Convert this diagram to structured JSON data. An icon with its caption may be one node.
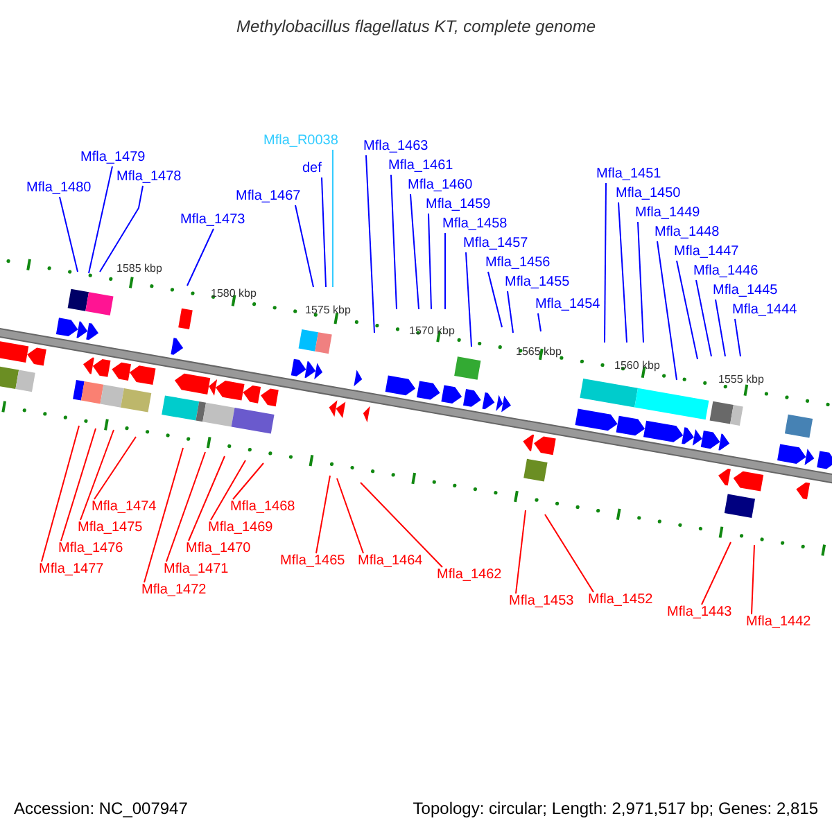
{
  "diagram": {
    "title": "Methylobacillus flagellatus KT, complete genome",
    "nodes": [
      {
        "text": [
          "Mfla_1480"
        ]
      },
      {
        "text": [
          "Mfla_1479"
        ]
      },
      {
        "text": [
          "Mfla_1478"
        ]
      },
      {
        "text": [
          "Mfla_1473"
        ]
      },
      {
        "text": [
          "Mfla_R0038"
        ]
      },
      {
        "text": [
          "def"
        ]
      },
      {
        "text": [
          "Mfla_1467"
        ]
      },
      {
        "text": [
          "Mfla_1463"
        ]
      },
      {
        "text": [
          "Mfla_1461"
        ]
      },
      {
        "text": [
          "Mfla_1460"
        ]
      },
      {
        "text": [
          "Mfla_1459"
        ]
      },
      {
        "text": [
          "Mfla_1458"
        ]
      },
      {
        "text": [
          "Mfla_1457"
        ]
      },
      {
        "text": [
          "Mfla_1456"
        ]
      },
      {
        "text": [
          "Mfla_1455"
        ]
      },
      {
        "text": [
          "Mfla_1454"
        ]
      },
      {
        "text": [
          "Mfla_1451"
        ]
      },
      {
        "text": [
          "Mfla_1450"
        ]
      },
      {
        "text": [
          "Mfla_1449"
        ]
      },
      {
        "text": [
          "Mfla_1448"
        ]
      },
      {
        "text": [
          "Mfla_1447"
        ]
      },
      {
        "text": [
          "Mfla_1446"
        ]
      },
      {
        "text": [
          "Mfla_1445"
        ]
      },
      {
        "text": [
          "Mfla_1444"
        ]
      },
      {
        "text": [
          "Mfla_1474"
        ]
      },
      {
        "text": [
          "Mfla_1475"
        ]
      },
      {
        "text": [
          "Mfla_1476"
        ]
      },
      {
        "text": [
          "Mfla_1477"
        ]
      },
      {
        "text": [
          "Mfla_1468"
        ]
      },
      {
        "text": [
          "Mfla_1469"
        ]
      },
      {
        "text": [
          "Mfla_1470"
        ]
      },
      {
        "text": [
          "Mfla_1471"
        ]
      },
      {
        "text": [
          "Mfla_1472"
        ]
      },
      {
        "text": [
          "Mfla_1465"
        ]
      },
      {
        "text": [
          "Mfla_1464"
        ]
      },
      {
        "text": [
          "Mfla_1462"
        ]
      },
      {
        "text": [
          "Mfla_1453"
        ]
      },
      {
        "text": [
          "Mfla_1452"
        ]
      },
      {
        "text": [
          "Mfla_1443"
        ]
      },
      {
        "text": [
          "Mfla_1442"
        ]
      }
    ],
    "edges": [
      {
        "from": 0,
        "to": null,
        "arrow": "none"
      },
      {
        "from": 1,
        "to": null,
        "arrow": "none"
      },
      {
        "from": 2,
        "to": null,
        "arrow": "none"
      },
      {
        "from": 3,
        "to": null,
        "arrow": "none"
      },
      {
        "from": 4,
        "to": null,
        "arrow": "none",
        "color": "#33ccff"
      },
      {
        "from": 5,
        "to": null,
        "arrow": "none"
      },
      {
        "from": 6,
        "to": null,
        "arrow": "none"
      },
      {
        "from": 7,
        "to": null,
        "arrow": "none"
      },
      {
        "from": 8,
        "to": null,
        "arrow": "none"
      },
      {
        "from": 9,
        "to": null,
        "arrow": "none"
      },
      {
        "from": 10,
        "to": null,
        "arrow": "none"
      },
      {
        "from": 11,
        "to": null,
        "arrow": "none"
      },
      {
        "from": 12,
        "to": null,
        "arrow": "none"
      },
      {
        "from": 13,
        "to": null,
        "arrow": "none"
      },
      {
        "from": 14,
        "to": null,
        "arrow": "none"
      },
      {
        "from": 15,
        "to": null,
        "arrow": "none"
      },
      {
        "from": 16,
        "to": null,
        "arrow": "none"
      },
      {
        "from": 17,
        "to": null,
        "arrow": "none"
      },
      {
        "from": 18,
        "to": null,
        "arrow": "none"
      },
      {
        "from": 19,
        "to": null,
        "arrow": "none"
      },
      {
        "from": 20,
        "to": null,
        "arrow": "none"
      },
      {
        "from": 21,
        "to": null,
        "arrow": "none"
      },
      {
        "from": 22,
        "to": null,
        "arrow": "none"
      },
      {
        "from": 23,
        "to": null,
        "arrow": "none"
      },
      {
        "from": 24,
        "to": null,
        "arrow": "none",
        "color": "#ff0000"
      },
      {
        "from": 25,
        "to": null,
        "arrow": "none",
        "color": "#ff0000"
      },
      {
        "from": 26,
        "to": null,
        "arrow": "none",
        "color": "#ff0000"
      },
      {
        "from": 27,
        "to": null,
        "arrow": "none",
        "color": "#ff0000"
      },
      {
        "from": 28,
        "to": null,
        "arrow": "none",
        "color": "#ff0000"
      },
      {
        "from": 29,
        "to": null,
        "arrow": "none",
        "color": "#ff0000"
      },
      {
        "from": 30,
        "to": null,
        "arrow": "none",
        "color": "#ff0000"
      },
      {
        "from": 31,
        "to": null,
        "arrow": "none",
        "color": "#ff0000"
      },
      {
        "from": 32,
        "to": null,
        "arrow": "none",
        "color": "#ff0000"
      },
      {
        "from": 33,
        "to": null,
        "arrow": "none",
        "color": "#ff0000"
      },
      {
        "from": 34,
        "to": null,
        "arrow": "none",
        "color": "#ff0000"
      },
      {
        "from": 35,
        "to": null,
        "arrow": "none",
        "color": "#ff0000"
      },
      {
        "from": 36,
        "to": null,
        "arrow": "none",
        "color": "#ff0000"
      },
      {
        "from": 37,
        "to": null,
        "arrow": "none",
        "color": "#ff0000"
      },
      {
        "from": 38,
        "to": null,
        "arrow": "none",
        "color": "#ff0000"
      },
      {
        "from": 39,
        "to": null,
        "arrow": "none",
        "color": "#ff0000"
      }
    ],
    "labels": [
      "1585 kbp",
      "1580 kbp",
      "1575 kbp",
      "1570 kbp",
      "1565 kbp",
      "1560 kbp",
      "1555 kbp",
      "Accession: NC_007947",
      "Topology: circular; Length: 2,971,517 bp; Genes: 2,815"
    ]
  }
}
